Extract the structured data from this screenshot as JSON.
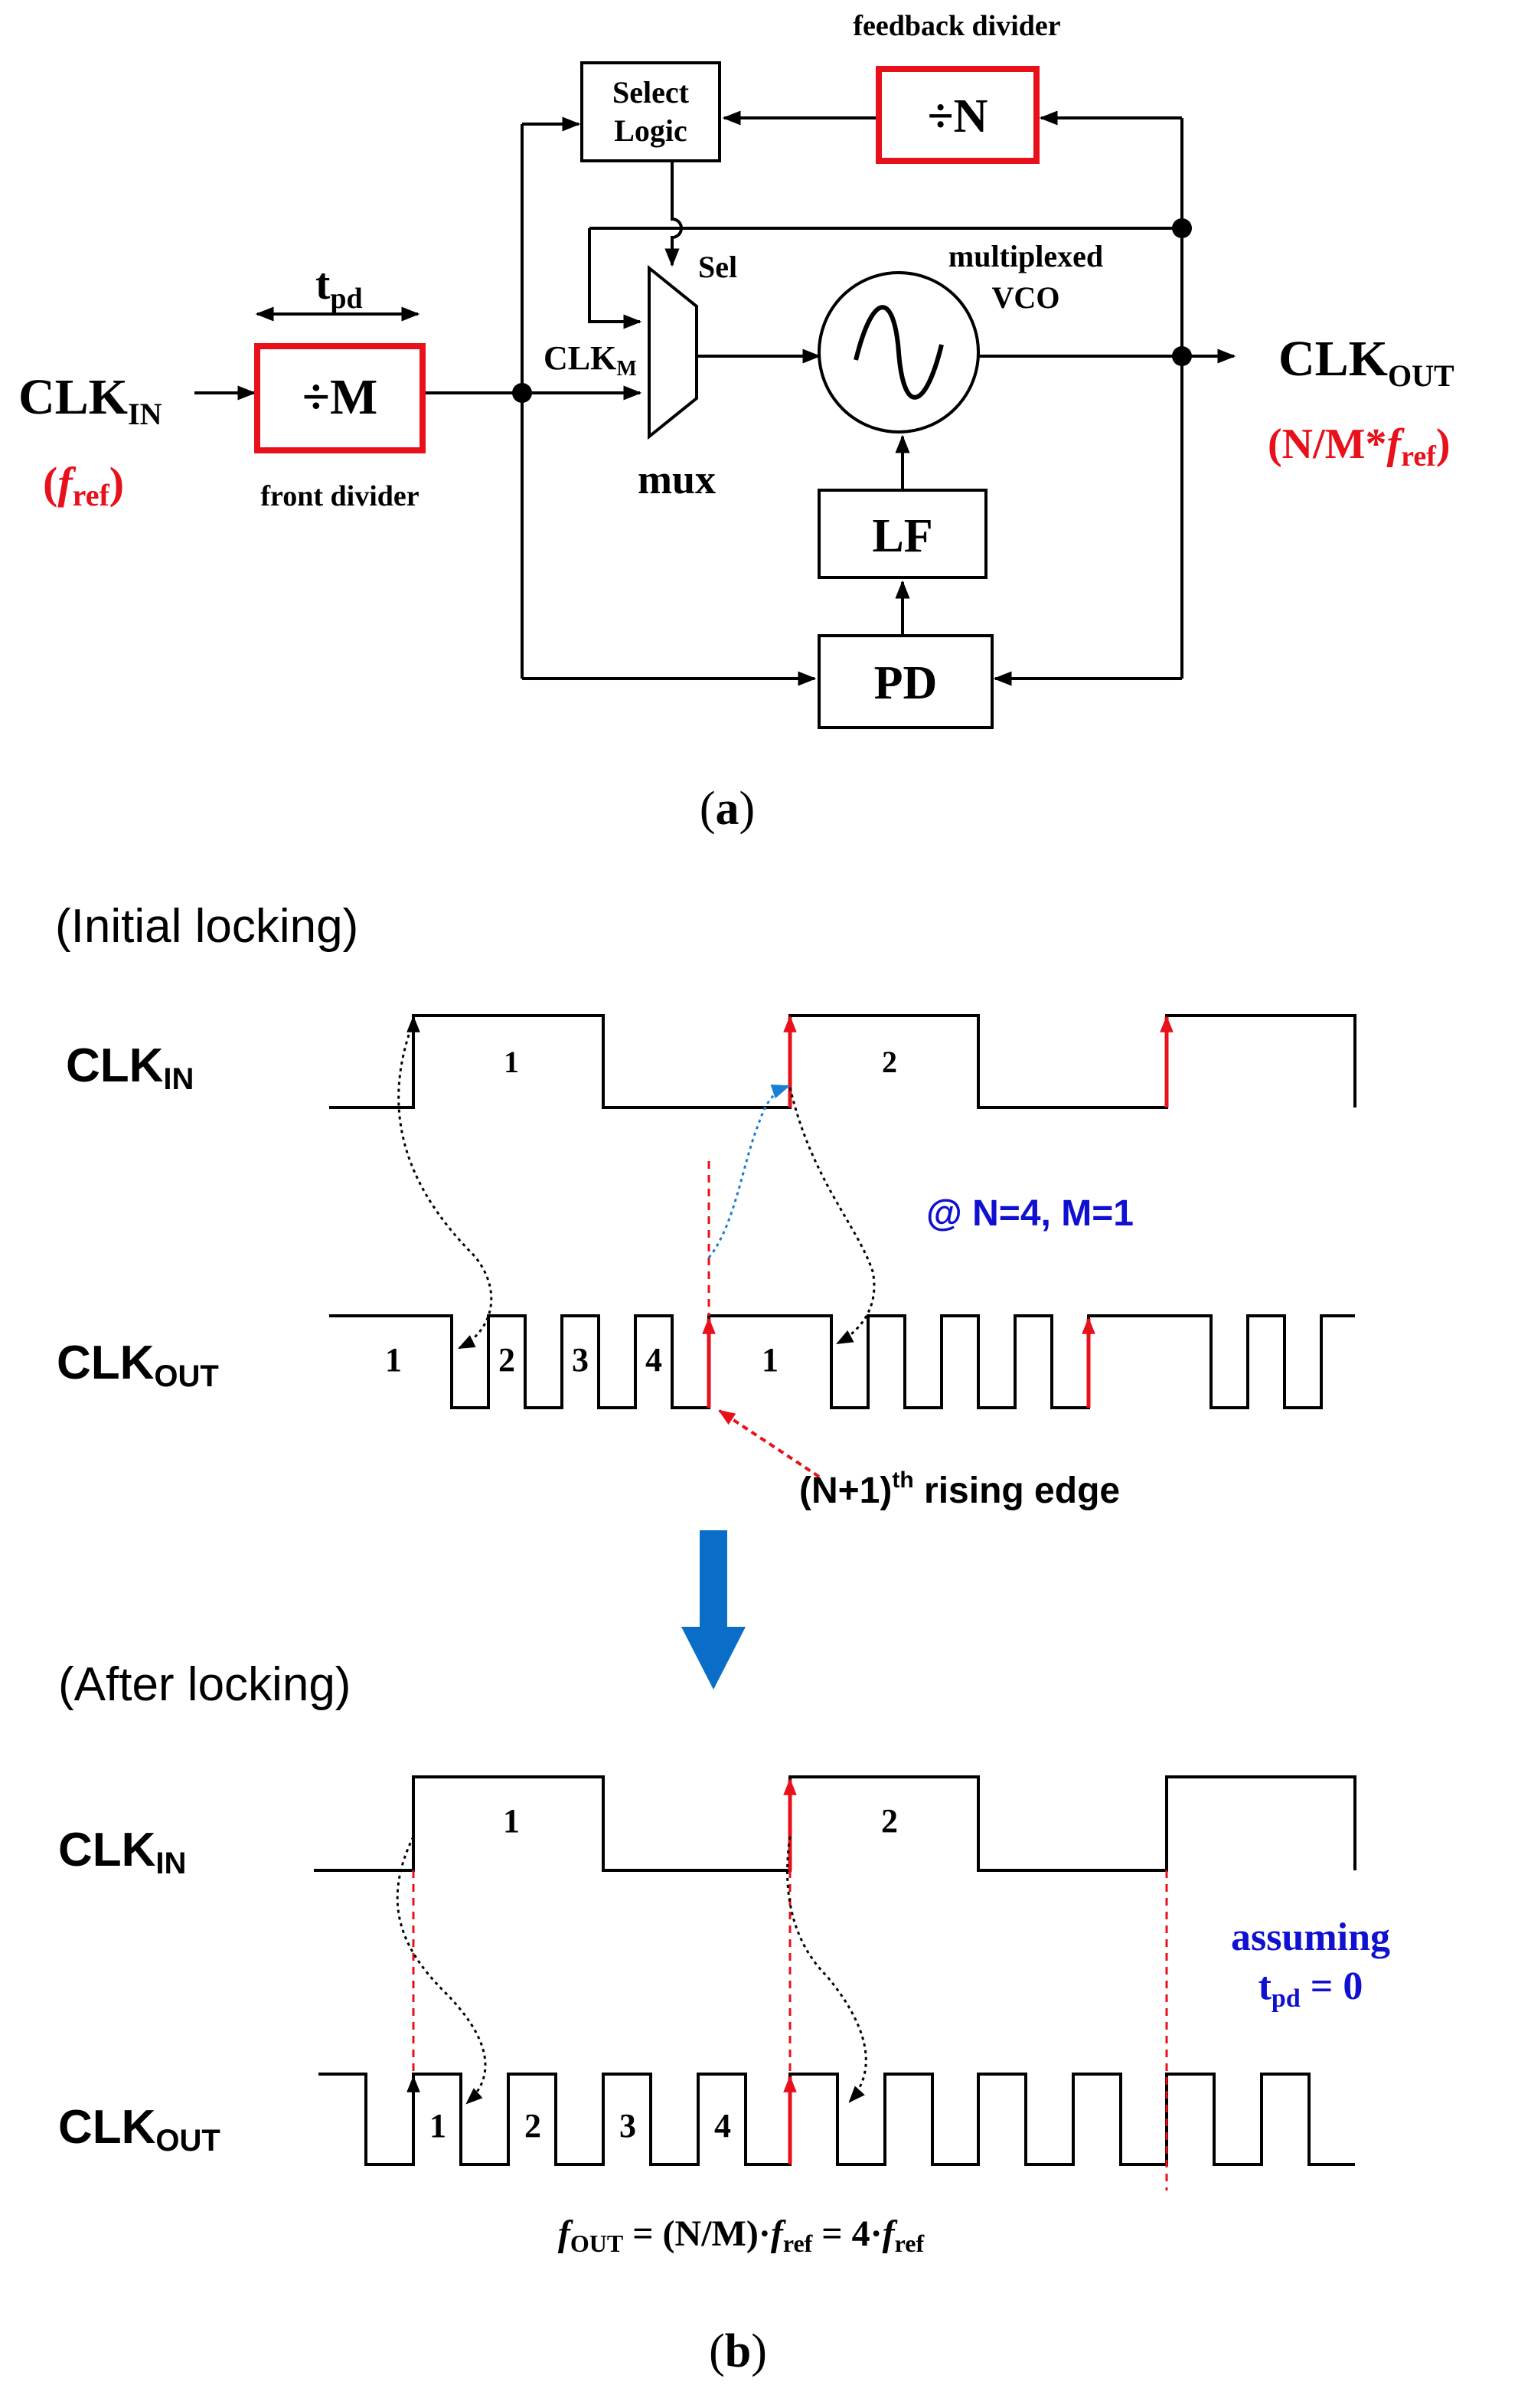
{
  "block_diagram": {
    "clk_in": {
      "main": "CLK",
      "sub": "IN"
    },
    "fref_paren_open": "(",
    "fref_f": "f",
    "fref_sub": "ref",
    "fref_paren_close": ")",
    "tpd": {
      "main": "t",
      "sub": "pd"
    },
    "front_divider_block": "÷M",
    "front_divider_caption": "front divider",
    "clkm": {
      "main": "CLK",
      "sub": "M"
    },
    "mux_label": "mux",
    "sel_label": "Sel",
    "select_logic_line1": "Select",
    "select_logic_line2": "Logic",
    "feedback_divider_block": "÷N",
    "feedback_divider_caption": "feedback divider",
    "vco_line1": "multiplexed",
    "vco_line2": "VCO",
    "lf_block": "LF",
    "pd_block": "PD",
    "clk_out": {
      "main": "CLK",
      "sub": "OUT"
    },
    "clk_out_freq_prefix": "(N/M*",
    "clk_out_freq_f": "f",
    "clk_out_freq_sub": "ref",
    "clk_out_freq_suffix": ")",
    "caption_open": "(",
    "caption_letter": "a",
    "caption_close": ")"
  },
  "timing": {
    "initial": {
      "heading": "(Initial locking)",
      "clk_in": {
        "main": "CLK",
        "sub": "IN"
      },
      "clk_out": {
        "main": "CLK",
        "sub": "OUT"
      },
      "in_period_labels": [
        "1",
        "2"
      ],
      "out_cycle_labels": [
        "1",
        "2",
        "3",
        "4",
        "1"
      ],
      "condition": "@ N=4, M=1",
      "edge_note_prefix": "(N+1)",
      "edge_note_sup": "th",
      "edge_note_suffix": " rising edge"
    },
    "after": {
      "heading": "(After locking)",
      "clk_in": {
        "main": "CLK",
        "sub": "IN"
      },
      "clk_out": {
        "main": "CLK",
        "sub": "OUT"
      },
      "in_period_labels": [
        "1",
        "2"
      ],
      "out_cycle_labels": [
        "1",
        "2",
        "3",
        "4"
      ],
      "assumption_line1": "assuming",
      "assumption_t": "t",
      "assumption_sub": "pd",
      "assumption_tail": " = 0",
      "eq_f1": "f",
      "eq_sub1": "OUT",
      "eq_mid1": " = (N/M)·",
      "eq_f2": "f",
      "eq_sub2": "ref",
      "eq_mid2": " = 4·",
      "eq_f3": "f",
      "eq_sub3": "ref"
    },
    "caption_open": "(",
    "caption_letter": "b",
    "caption_close": ")"
  },
  "colors": {
    "black": "#000000",
    "red": "#e8101a",
    "blue": "#1010d0",
    "arrow_blue": "#0a6ec8",
    "dotted_blue": "#1a7fd4"
  }
}
